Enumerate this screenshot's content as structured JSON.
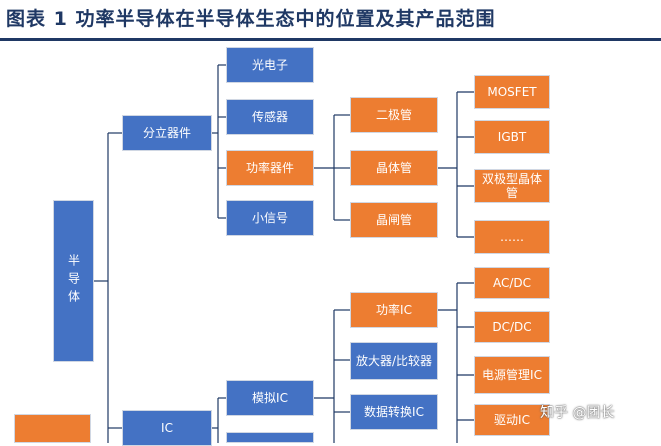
{
  "title": "图表 1   功率半导体在半导体生态中的位置及其产品范围",
  "diagram": {
    "root": "半导体",
    "level1": [
      "分立器件",
      "IC"
    ],
    "discrete_children": [
      "光电子",
      "传感器",
      "功率器件",
      "小信号"
    ],
    "power_device_children": [
      "二极管",
      "晶体管",
      "晶闸管"
    ],
    "transistor_children": [
      "MOSFET",
      "IGBT",
      "双极型晶体管",
      "……"
    ],
    "ic_children": [
      "模拟IC"
    ],
    "analog_ic_children": [
      "功率IC",
      "放大器/比较器",
      "数据转换IC"
    ],
    "power_ic_children": [
      "AC/DC",
      "DC/DC",
      "电源管理IC",
      "驱动IC"
    ]
  },
  "watermark": "知乎 @团长",
  "colors": {
    "blue": "#4472c4",
    "orange": "#ed7d31",
    "line": "#1f3864",
    "title": "#1f3864"
  }
}
